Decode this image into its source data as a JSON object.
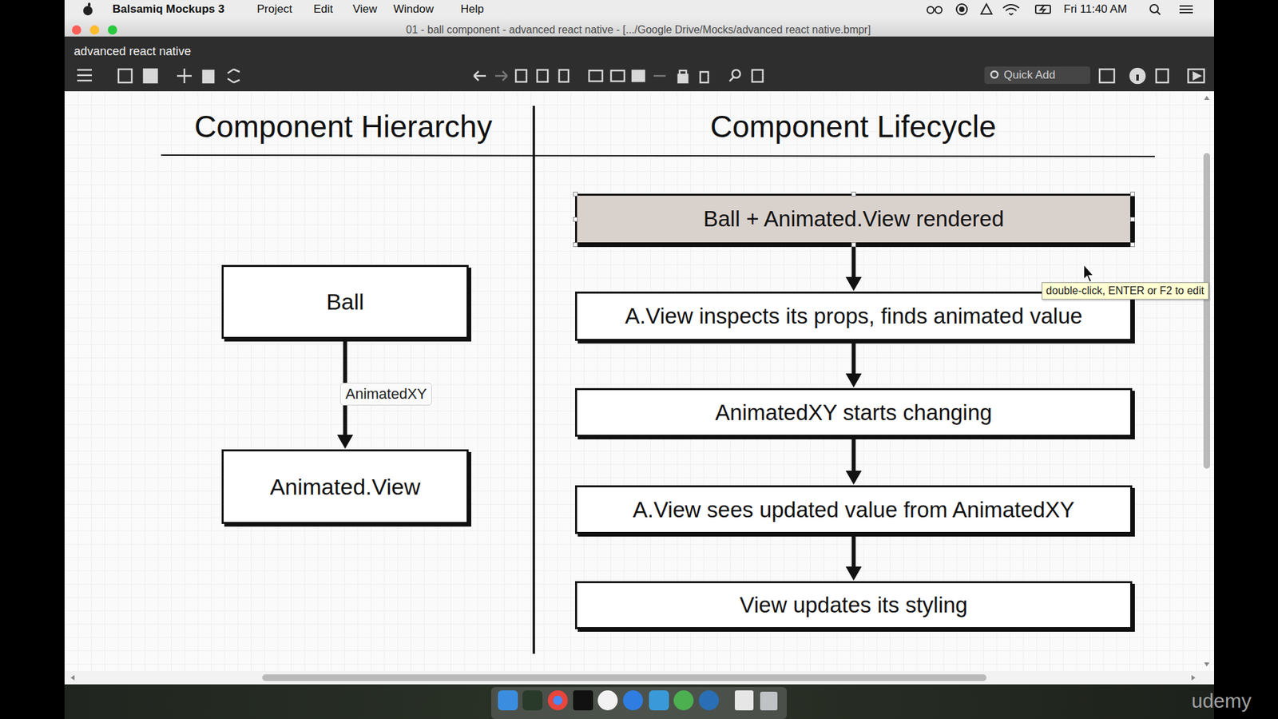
{
  "diagram": {
    "nodes": [
      {
        "text": [
          "Ball"
        ]
      },
      {
        "text": [
          "Animated.View"
        ]
      },
      {
        "text": [
          "Ball + Animated.View rendered"
        ]
      },
      {
        "text": [
          "A.View inspects its props, finds animated value"
        ]
      },
      {
        "text": [
          "AnimatedXY starts changing"
        ]
      },
      {
        "text": [
          "A.View sees updated value from AnimatedXY"
        ]
      },
      {
        "text": [
          "View updates its styling"
        ]
      }
    ],
    "edges": [
      {
        "from": 0,
        "to": 1,
        "arrow": "to",
        "label": "AnimatedXY"
      },
      {
        "from": 2,
        "to": 3,
        "arrow": "to"
      },
      {
        "from": 3,
        "to": 4,
        "arrow": "to"
      },
      {
        "from": 4,
        "to": 5,
        "arrow": "to"
      },
      {
        "from": 5,
        "to": 6,
        "arrow": "to"
      }
    ],
    "labels": [
      "Balsamiq Mockups 3",
      "Project",
      "Edit",
      "View",
      "Window",
      "Help",
      "Fri 11:40 AM",
      "01 - ball component - advanced react native - [.../Google Drive/Mocks/advanced react native.bmpr]",
      "advanced react native",
      "Quick Add",
      "Component Hierarchy",
      "Component Lifecycle",
      "double-click, ENTER or F2 to edit",
      "udemy"
    ]
  }
}
